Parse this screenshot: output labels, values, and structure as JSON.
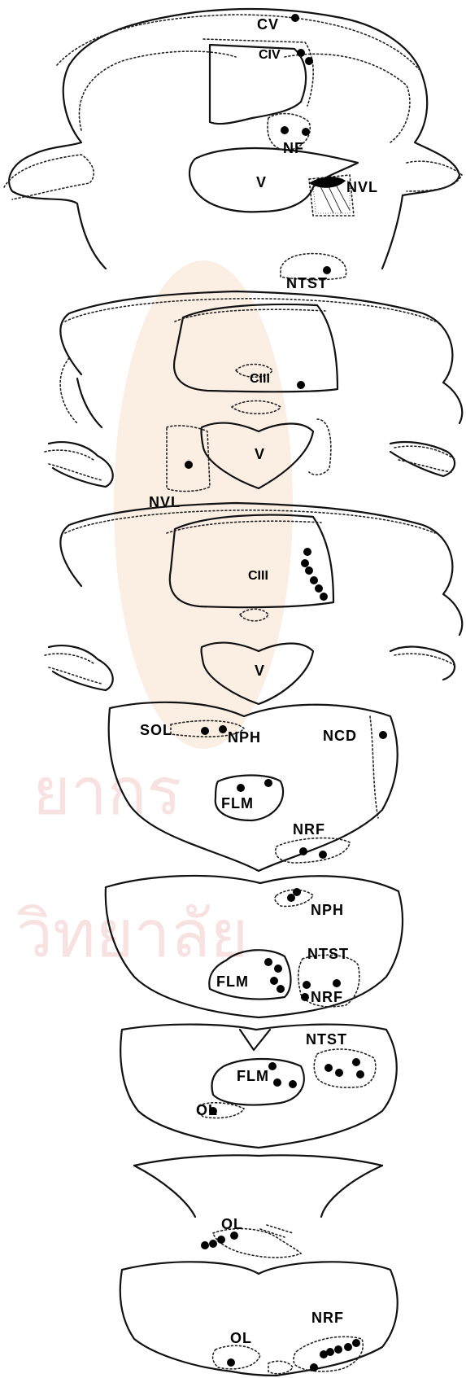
{
  "labels": {
    "cv": "CV",
    "civ": "CIV",
    "nf": "NF",
    "v1": "V",
    "nvl1": "NVL",
    "ntst1": "NTST",
    "ciii1": "CIII",
    "v2": "V",
    "nvl2": "NVL",
    "ciii2": "CIII",
    "v3": "V",
    "sol": "SOL",
    "nph1": "NPH",
    "ncd": "NCD",
    "flm1": "FLM",
    "nrf1": "NRF",
    "nph2": "NPH",
    "ntst2": "NTST",
    "flm2": "FLM",
    "nrf2": "NRF",
    "ntst3": "NTST",
    "flm3": "FLM",
    "ol1": "OL",
    "ol2": "OL",
    "ol3": "OL",
    "nrf3": "NRF"
  },
  "watermark": {
    "line1": "ยากร",
    "line2": "วิทยาลัย"
  },
  "colors": {
    "ink": "#000000",
    "watermark": "#f2c9c9"
  }
}
